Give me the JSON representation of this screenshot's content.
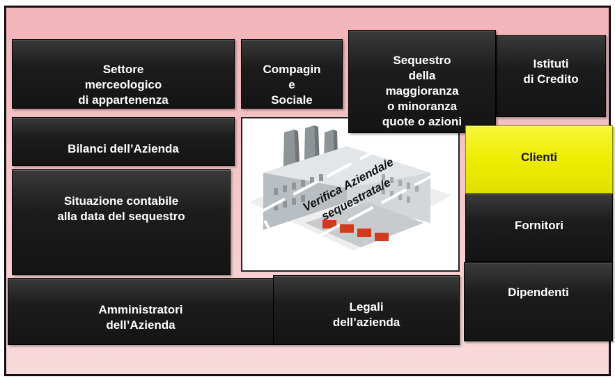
{
  "tiles": {
    "settore": "Settore\nmerceologico\ndi appartenenza",
    "compagine": "Compagin\ne\nSociale",
    "sequestro": "Sequestro\ndella\nmaggioranza\no minoranza\nquote o azioni",
    "istituti": "Istituti\ndi Credito",
    "bilanci": "Bilanci dell’Azienda",
    "situazione": "Situazione contabile\nalla data del sequestro",
    "clienti": "Clienti",
    "fornitori": "Fornitori",
    "dipendenti": "Dipendenti",
    "amministratori": "Amministratori\ndell’Azienda",
    "legali": "Legali\ndell’azienda"
  },
  "center": {
    "line1": "Verifica Azienda/e",
    "line2": "sequestrata/e"
  },
  "colors": {
    "background": "#f4c6c8",
    "tile": "#1c1c1c",
    "highlight": "#eded00"
  },
  "icons": {
    "center_image": "factory-icon"
  }
}
